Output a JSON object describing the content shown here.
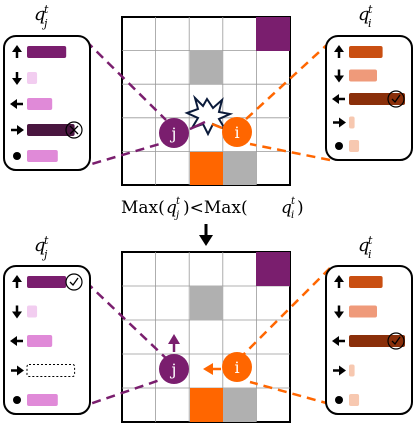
{
  "colors": {
    "purple": "#7a1e6e",
    "purple_dark": "#4a1640",
    "purple_light": "#e08ad8",
    "purple_pale": "#f2cdf0",
    "orange": "#ff6600",
    "orange_bar": "#c94f12",
    "orange_mid": "#ef9a7a",
    "orange_dark": "#8a2f0a",
    "orange_pale": "#f7c8b0",
    "gray": "#b0b0b0"
  },
  "labels": {
    "q_j": "q",
    "q_i": "q",
    "sup_t": "t",
    "sub_j": "j",
    "sub_i": "i",
    "agent_j": "j",
    "agent_i": "i",
    "condition_prefix": "Max(",
    "condition_mid": ")<Max(",
    "condition_suffix": ")"
  },
  "actions": [
    "up",
    "down",
    "left",
    "right",
    "stay"
  ],
  "top_panel": {
    "q_j": {
      "action_values": [
        0.7,
        0.18,
        0.45,
        0.85,
        0.55
      ],
      "fills": [
        "purple",
        "purple_pale",
        "purple_light",
        "purple_dark",
        "purple_light"
      ],
      "marks": {
        "3": "cross"
      }
    },
    "q_i": {
      "action_values": [
        0.6,
        0.5,
        1.0,
        0.1,
        0.18
      ],
      "fills": [
        "orange_bar",
        "orange_mid",
        "orange_dark",
        "orange_pale",
        "orange_pale"
      ],
      "marks": {
        "2": "check"
      }
    },
    "collision_marker": true
  },
  "bottom_panel": {
    "q_j": {
      "action_values": [
        0.7,
        0.18,
        0.45,
        0.85,
        0.55
      ],
      "fills": [
        "purple",
        "purple_pale",
        "purple_light",
        "empty",
        "purple_light"
      ],
      "marks": {
        "0": "check"
      }
    },
    "q_i": {
      "action_values": [
        0.6,
        0.5,
        1.0,
        0.1,
        0.18
      ],
      "fills": [
        "orange_bar",
        "orange_mid",
        "orange_dark",
        "orange_pale",
        "orange_pale"
      ],
      "marks": {
        "2": "check"
      }
    }
  }
}
